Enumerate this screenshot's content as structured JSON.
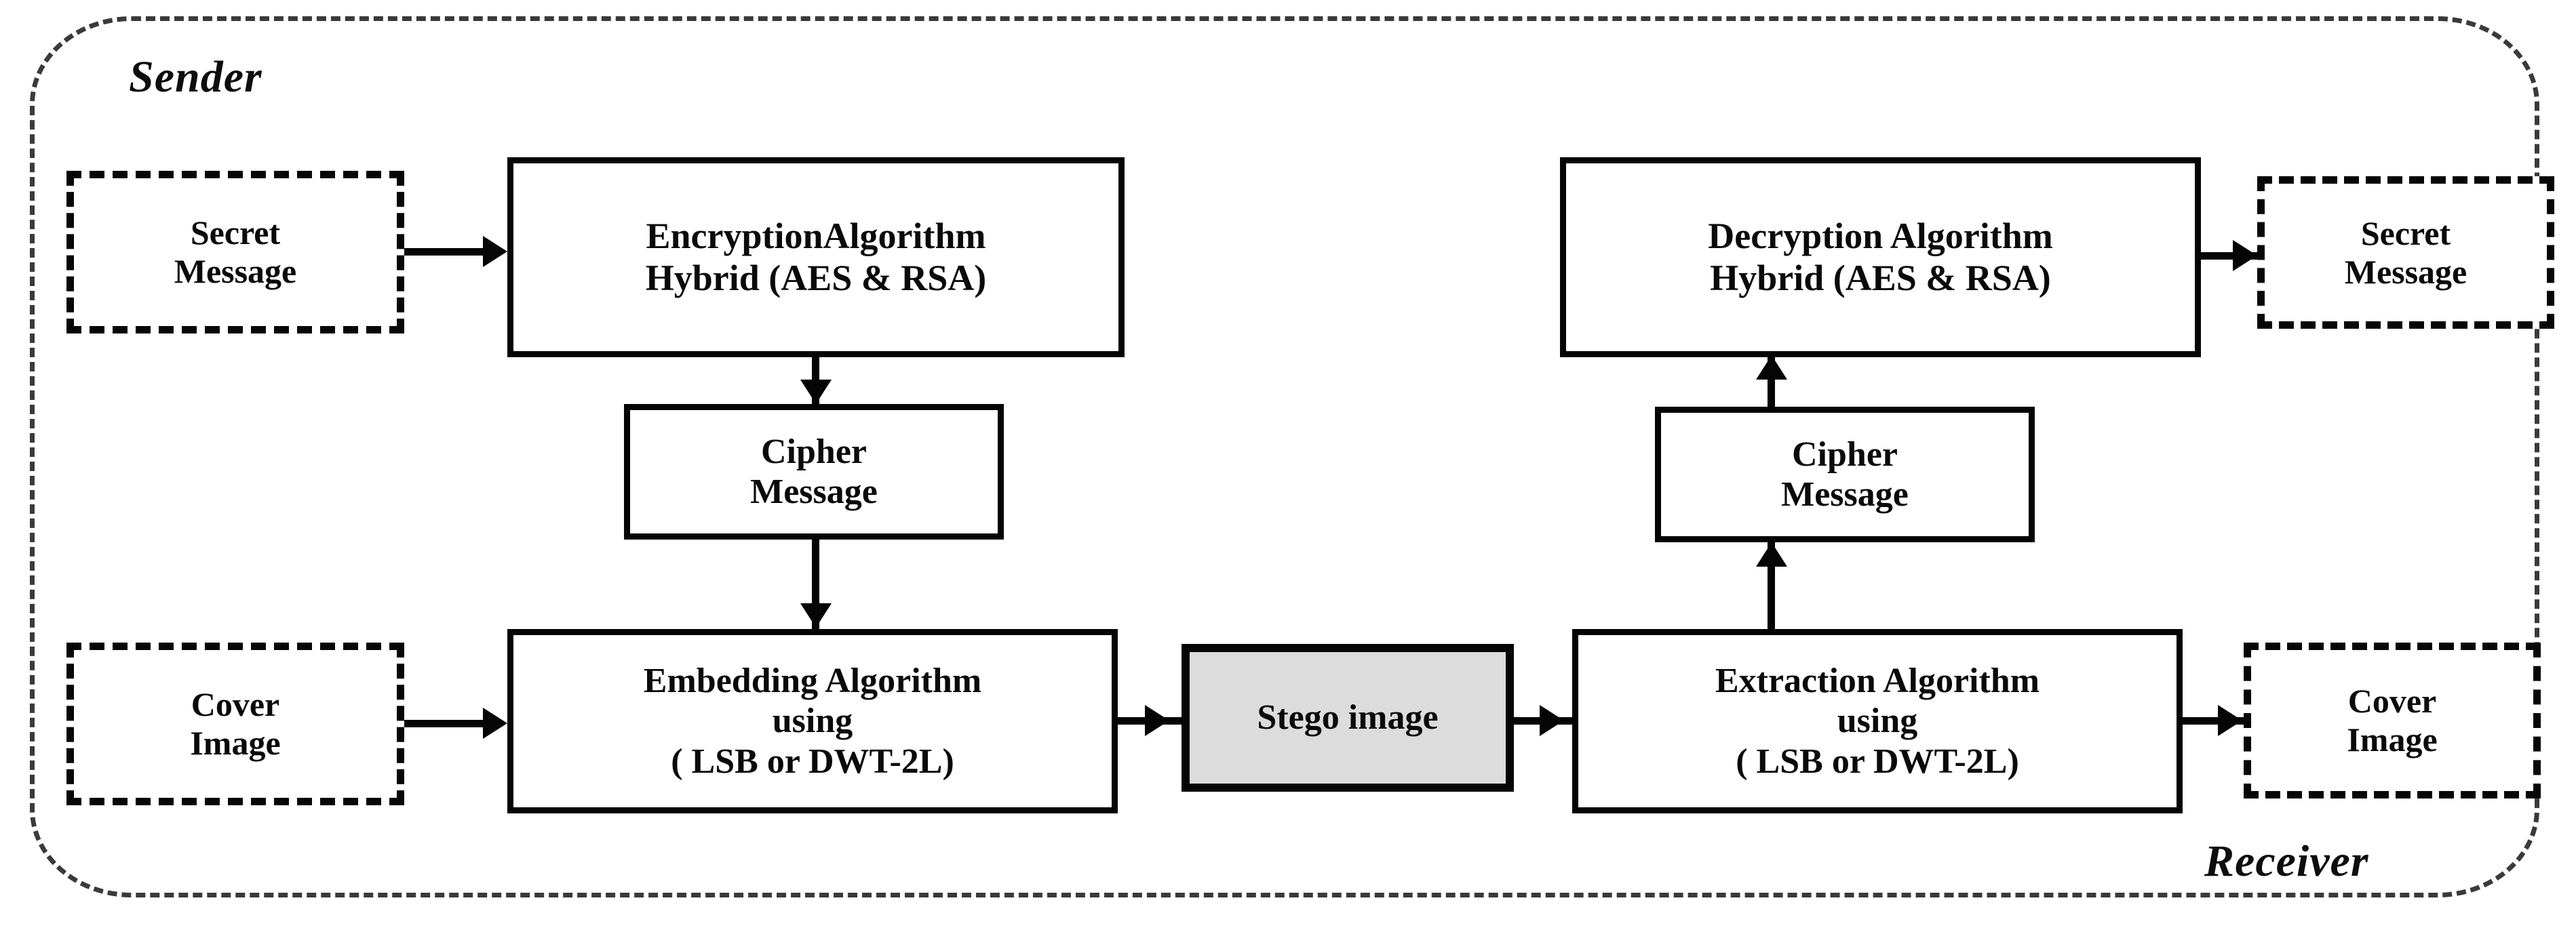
{
  "diagram": {
    "title": "Hybrid steganography and cryptography system block diagram",
    "colors": {
      "stroke": "#050505",
      "boundary": "#3a3a3a",
      "text": "#0a0a0a",
      "stego_fill": "#dcdcdc",
      "background": "#ffffff"
    }
  },
  "labels": {
    "sender": "Sender",
    "receiver": "Receiver"
  },
  "nodes": {
    "secret_message_in": {
      "line1": "Secret",
      "line2": "Message"
    },
    "encryption": {
      "line1": "EncryptionAlgorithm",
      "line2": "Hybrid (AES & RSA)"
    },
    "cipher_message_left": {
      "line1": "Cipher",
      "line2": "Message"
    },
    "cover_image_in": {
      "line1": "Cover",
      "line2": "Image"
    },
    "embedding": {
      "line1": "Embedding Algorithm",
      "line2": "using",
      "line3": "( LSB or DWT-2L)"
    },
    "stego_image": {
      "line1": "Stego image"
    },
    "extraction": {
      "line1": "Extraction  Algorithm",
      "line2": "using",
      "line3": "( LSB or DWT-2L)"
    },
    "cipher_message_right": {
      "line1": "Cipher",
      "line2": "Message"
    },
    "decryption": {
      "line1": "Decryption Algorithm",
      "line2": "Hybrid (AES & RSA)"
    },
    "secret_message_out": {
      "line1": "Secret",
      "line2": "Message"
    },
    "cover_image_out": {
      "line1": "Cover",
      "line2": "Image"
    }
  },
  "flow": [
    {
      "from": "secret_message_in",
      "to": "encryption",
      "direction": "right"
    },
    {
      "from": "encryption",
      "to": "cipher_message_left",
      "direction": "down"
    },
    {
      "from": "cipher_message_left",
      "to": "embedding",
      "direction": "down"
    },
    {
      "from": "cover_image_in",
      "to": "embedding",
      "direction": "right"
    },
    {
      "from": "embedding",
      "to": "stego_image",
      "direction": "right"
    },
    {
      "from": "stego_image",
      "to": "extraction",
      "direction": "right"
    },
    {
      "from": "extraction",
      "to": "cipher_message_right",
      "direction": "up"
    },
    {
      "from": "cipher_message_right",
      "to": "decryption",
      "direction": "up"
    },
    {
      "from": "extraction",
      "to": "cover_image_out",
      "direction": "right"
    },
    {
      "from": "decryption",
      "to": "secret_message_out",
      "direction": "right"
    }
  ]
}
